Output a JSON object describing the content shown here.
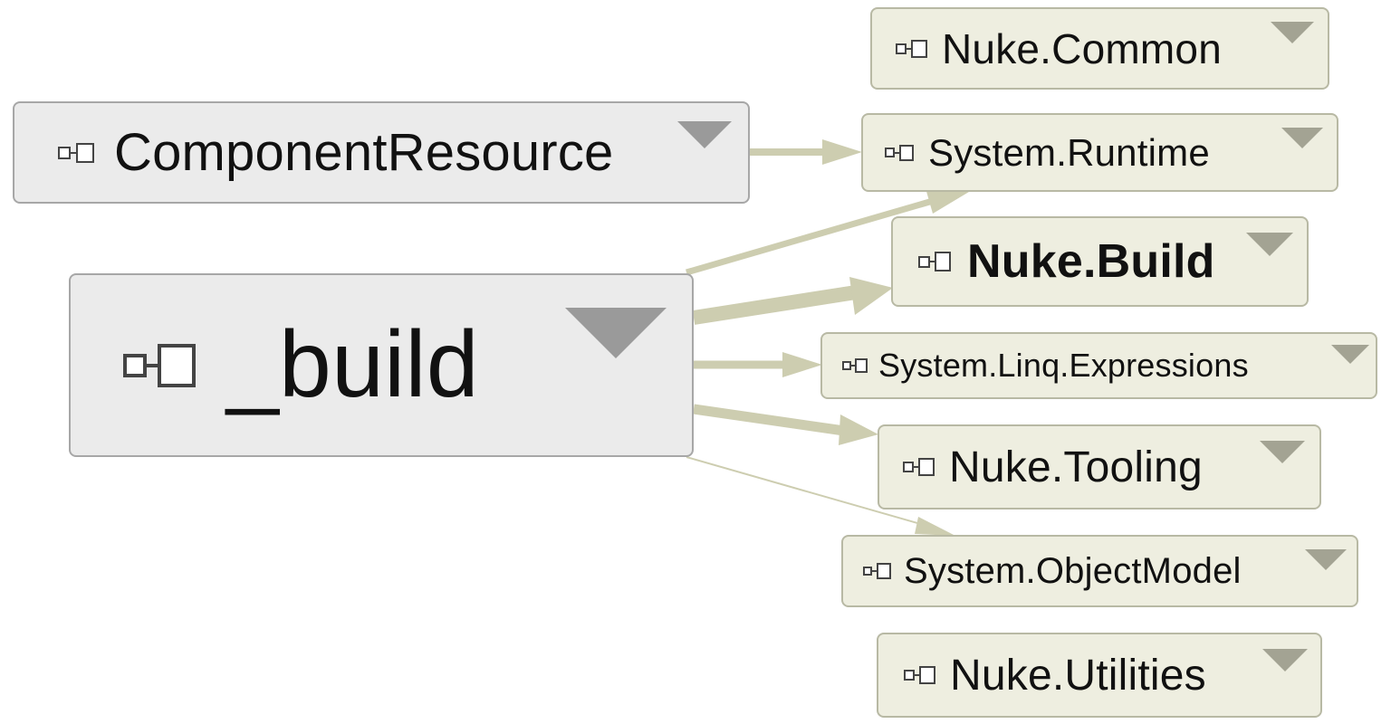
{
  "diagram": {
    "nodes": [
      {
        "id": "component-resource",
        "label": "ComponentResource"
      },
      {
        "id": "build",
        "label": "_build"
      },
      {
        "id": "nuke-common",
        "label": "Nuke.Common"
      },
      {
        "id": "system-runtime",
        "label": "System.Runtime"
      },
      {
        "id": "nuke-build",
        "label": "Nuke.Build"
      },
      {
        "id": "system-linq-expressions",
        "label": "System.Linq.Expressions"
      },
      {
        "id": "nuke-tooling",
        "label": "Nuke.Tooling"
      },
      {
        "id": "system-objectmodel",
        "label": "System.ObjectModel"
      },
      {
        "id": "nuke-utilities",
        "label": "Nuke.Utilities"
      }
    ],
    "edges": [
      {
        "from": "component-resource",
        "to": "system-runtime"
      },
      {
        "from": "build",
        "to": "system-runtime"
      },
      {
        "from": "build",
        "to": "nuke-build"
      },
      {
        "from": "build",
        "to": "system-linq-expressions"
      },
      {
        "from": "build",
        "to": "nuke-tooling"
      },
      {
        "from": "build",
        "to": "system-objectmodel"
      }
    ],
    "icon": "assembly-icon",
    "menu_icon": "chevron-down-icon",
    "colors": {
      "edge": "#cdcdb0",
      "node_fill": "#eeeee0",
      "node_border": "#b8b9a4",
      "root_fill": "#ebebeb",
      "root_border": "#a7a7a7",
      "chevron": "#a3a393",
      "text": "#111111"
    }
  }
}
